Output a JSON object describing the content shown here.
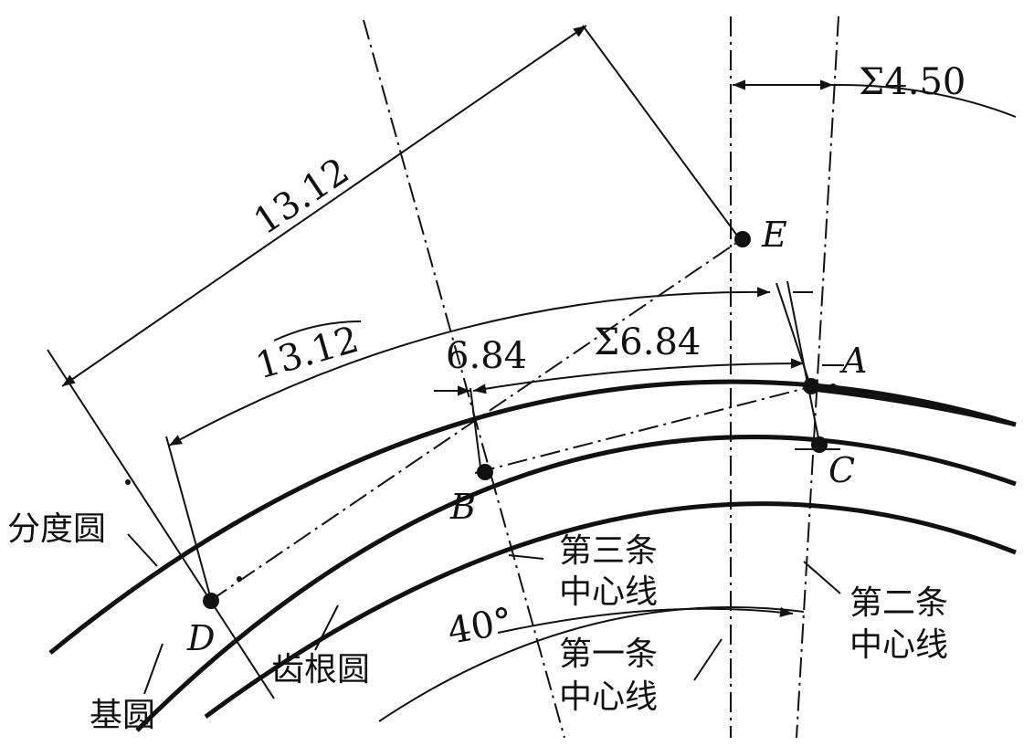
{
  "diagram": {
    "dimensions": {
      "chord_13_12": "13.12",
      "arc_13_12": "13.12",
      "arc_6_84": "6.84",
      "sum_6_84": "Σ6.84",
      "sum_4_50": "Σ4.50",
      "angle_40": "40°"
    },
    "points": {
      "A": "A",
      "B": "B",
      "C": "C",
      "D": "D",
      "E": "E"
    },
    "circles": {
      "pitch_circle": "分度圆",
      "base_circle": "基圆",
      "root_circle": "齿根圆"
    },
    "centerlines": {
      "first_line1": "第一条",
      "first_line2": "中心线",
      "second_line1": "第二条",
      "second_line2": "中心线",
      "third_line1": "第三条",
      "third_line2": "中心线"
    }
  }
}
